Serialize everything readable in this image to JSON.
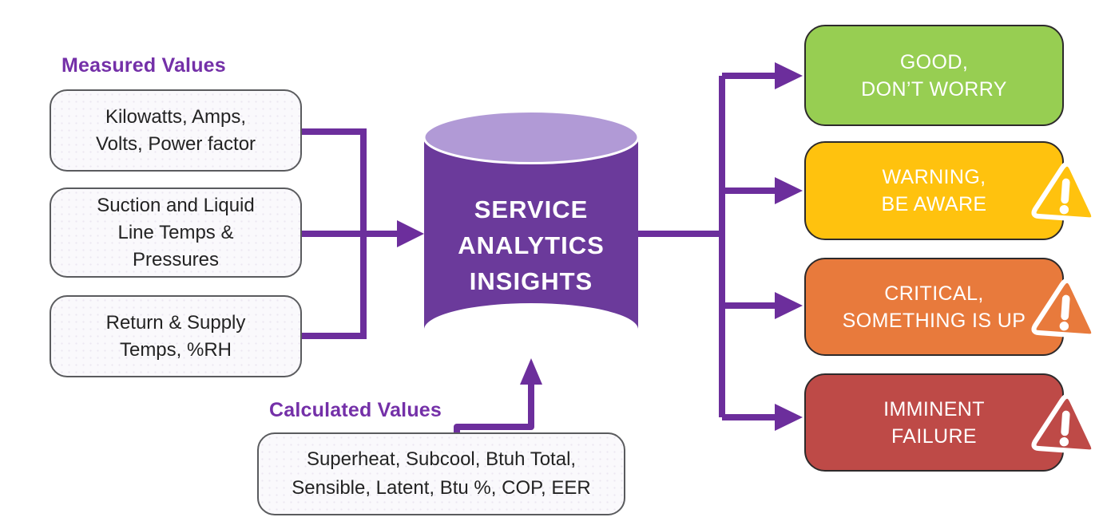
{
  "palette": {
    "line-purple": "#6C2E9C",
    "heading-purple": "#7430A8",
    "cylinder-body": "#6B3A9B",
    "cylinder-top": "#B19AD6",
    "input-box-bg": "#FAF9FC",
    "input-box-border": "#5A5B5E",
    "outcome-border": "#2D2A2B",
    "text-dark": "#232323",
    "text-white": "#FFFFFF"
  },
  "measured": {
    "heading": "Measured Values",
    "boxes": [
      {
        "lines": [
          "Kilowatts, Amps,",
          "Volts, Power factor"
        ]
      },
      {
        "lines": [
          "Suction and Liquid",
          "Line Temps &",
          "Pressures"
        ]
      },
      {
        "lines": [
          "Return & Supply",
          "Temps, %RH"
        ]
      }
    ]
  },
  "calculated": {
    "heading": "Calculated Values",
    "box": {
      "lines": [
        "Superheat, Subcool, Btuh Total,",
        "Sensible, Latent, Btu %, COP, EER"
      ]
    }
  },
  "hub": {
    "lines": [
      "SERVICE",
      "ANALYTICS",
      "INSIGHTS"
    ]
  },
  "outcomes": [
    {
      "id": "good",
      "lines": [
        "GOOD,",
        "DON’T WORRY"
      ],
      "color": "#97CE52",
      "has_warning_icon": false
    },
    {
      "id": "warning",
      "lines": [
        "WARNING,",
        "BE AWARE"
      ],
      "color": "#FFC20E",
      "has_warning_icon": true
    },
    {
      "id": "critical",
      "lines": [
        "CRITICAL,",
        "SOMETHING IS UP"
      ],
      "color": "#E87A3C",
      "has_warning_icon": true
    },
    {
      "id": "imminent",
      "lines": [
        "IMMINENT",
        "FAILURE"
      ],
      "color": "#BE4A47",
      "has_warning_icon": true
    }
  ],
  "icons": {
    "warning_icon": "rounded-triangle-exclamation"
  }
}
